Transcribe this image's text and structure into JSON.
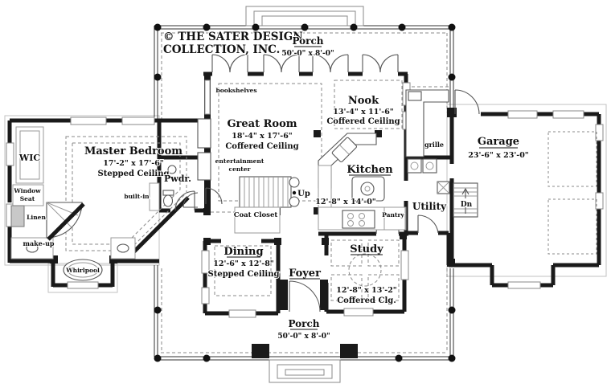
{
  "plan": {
    "copyright": {
      "line1": "© THE SATER DESIGN",
      "line2": "COLLECTION, INC."
    },
    "rooms": {
      "porch_top": {
        "name": "Porch",
        "dims": "50'-0\" x 8'-0\""
      },
      "great_room": {
        "name": "Great Room",
        "dims": "18'-4\" x 17'-6\"",
        "ceiling": "Coffered Ceiling"
      },
      "nook": {
        "name": "Nook",
        "dims": "13'-4\" x 11'-6\"",
        "ceiling": "Coffered Ceiling"
      },
      "kitchen": {
        "name": "Kitchen",
        "dims": "12'-8\" x 14'-0\""
      },
      "utility": {
        "name": "Utility"
      },
      "garage": {
        "name": "Garage",
        "dims": "23'-6\" x 23'-0\""
      },
      "master_bedroom": {
        "name": "Master Bedroom",
        "dims": "17'-2\" x 17'-6\"",
        "ceiling": "Stepped Ceiling"
      },
      "dining": {
        "name": "Dining",
        "dims": "12'-6\" x 12'-8\"",
        "ceiling": "Stepped Ceiling"
      },
      "study": {
        "name": "Study",
        "dims": "12'-8\" x 13'-2\"",
        "ceiling": "Coffered Clg."
      },
      "foyer": {
        "name": "Foyer"
      },
      "pwdr": {
        "name": "Pwdr."
      },
      "wic": {
        "name": "WIC"
      },
      "porch_bottom": {
        "name": "Porch",
        "dims": "50'-0\" x 8'-0\""
      }
    },
    "annotations": {
      "bookshelves": "bookshelves",
      "entertainment_center": {
        "line1": "entertainment",
        "line2": "center"
      },
      "built_in": "built-in",
      "coat_closet": "Coat Closet",
      "up": "Up",
      "dn": "Dn",
      "pantry": "Pantry",
      "grille": "grille",
      "window_seat": {
        "line1": "Window",
        "line2": "Seat"
      },
      "linen": "Linen",
      "make_up": "make-up",
      "whirlpool": "Whirlpool"
    },
    "colors": {
      "wall": "#1a1a1a",
      "line": "#555555",
      "dashed_line": "#888888",
      "background": "#ffffff",
      "text": "#111111"
    }
  }
}
